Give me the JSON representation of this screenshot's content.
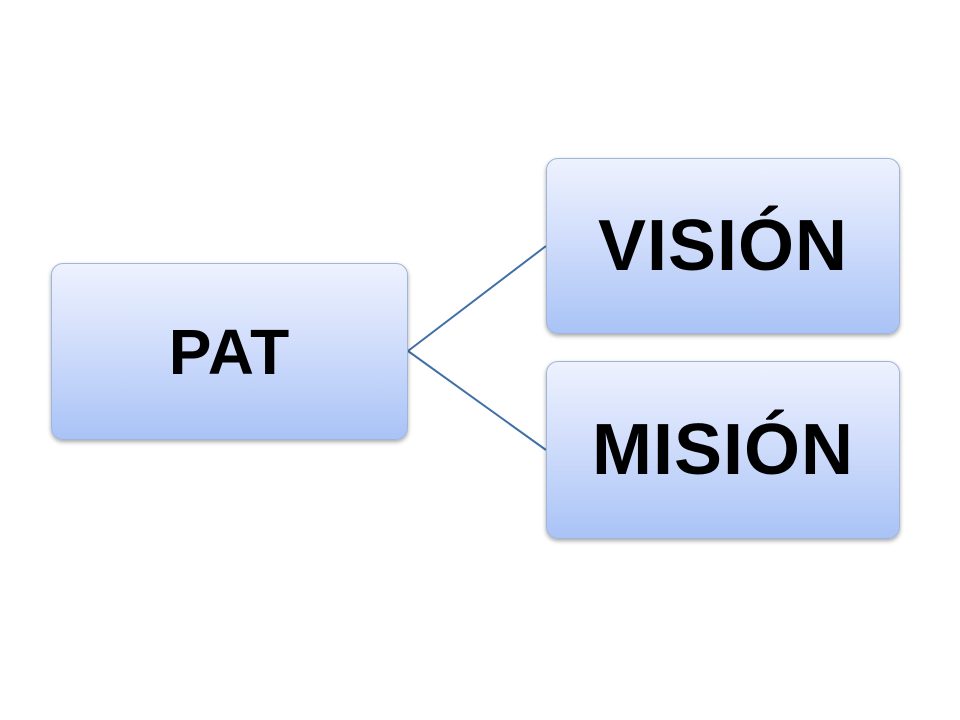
{
  "diagram": {
    "root": {
      "label": "PAT"
    },
    "children": [
      {
        "label": "VISIÓN"
      },
      {
        "label": "MISIÓN"
      }
    ]
  },
  "colors": {
    "connector": "#3f6fa6",
    "box_top": "#eef2fe",
    "box_bottom": "#a9c3f6",
    "box_border": "#9fb6d8"
  }
}
